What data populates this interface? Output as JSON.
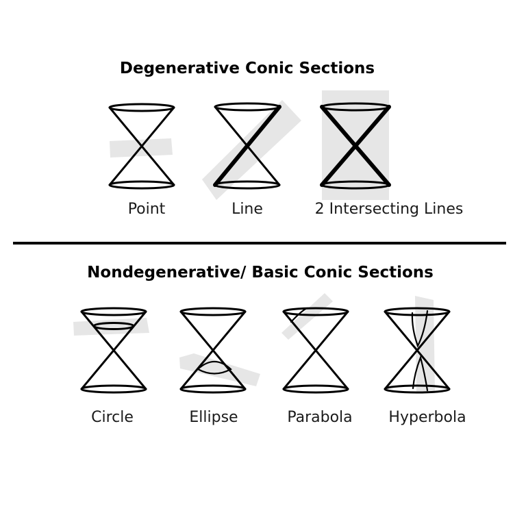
{
  "degenerative": {
    "heading": "Degenerative Conic Sections",
    "figures": [
      {
        "label": "Point"
      },
      {
        "label": "Line"
      },
      {
        "label": "2 Intersecting Lines"
      }
    ]
  },
  "nondegenerative": {
    "heading": "Nondegenerative/ Basic Conic Sections",
    "figures": [
      {
        "label": "Circle"
      },
      {
        "label": "Ellipse"
      },
      {
        "label": "Parabola"
      },
      {
        "label": "Hyperbola"
      }
    ]
  },
  "colors": {
    "line": "#000000",
    "plane": "#e6e6e6",
    "background": "#ffffff"
  }
}
